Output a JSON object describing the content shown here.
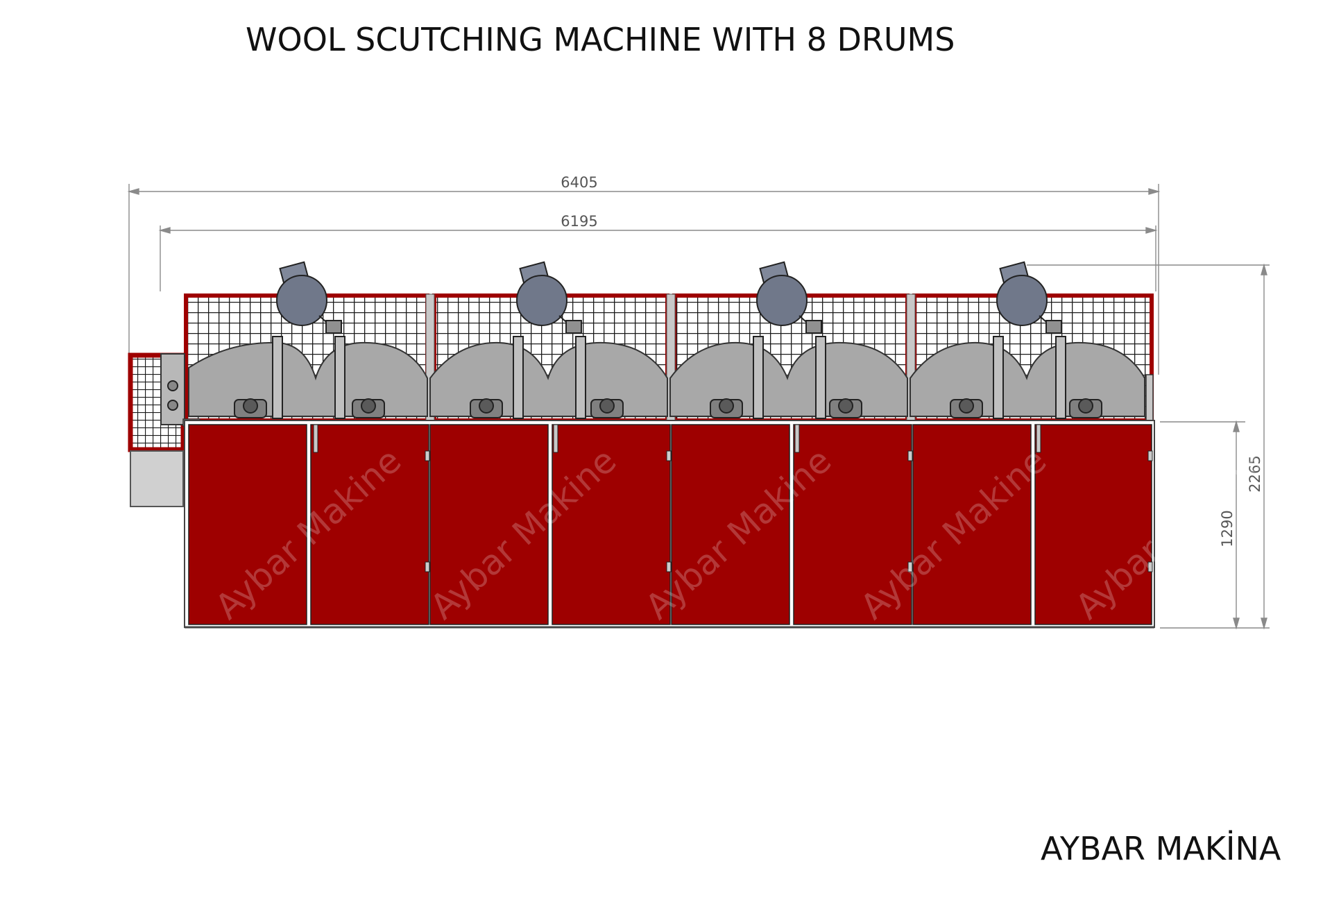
{
  "title": "WOOL SCUTCHING MACHINE WITH 8 DRUMS",
  "brand": "AYBAR MAKİNA",
  "watermark": "Aybar Makine",
  "dimensions": {
    "overall_length": "6405",
    "drum_section_length": "6195",
    "overall_height": "2265",
    "base_height": "1290"
  },
  "colors": {
    "frame_red": "#9e0000",
    "drum_gray": "#a8a8a8",
    "motor_gray": "#70788a",
    "dimension_line": "#8a8a8a"
  }
}
